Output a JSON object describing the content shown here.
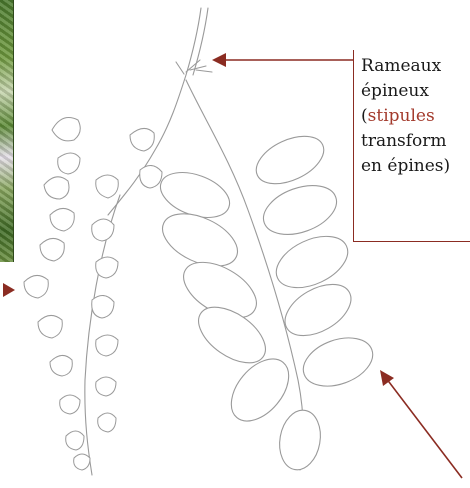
{
  "callout": {
    "line1": "Rameaux",
    "line2": "épineux",
    "line3_open": "(",
    "line3_highlight": "stipules",
    "line4": "transform",
    "line5": "en épines)"
  },
  "colors": {
    "arrow": "#8b2c22",
    "highlight": "#a33a2c",
    "line_drawing": "#9a9a9a"
  }
}
